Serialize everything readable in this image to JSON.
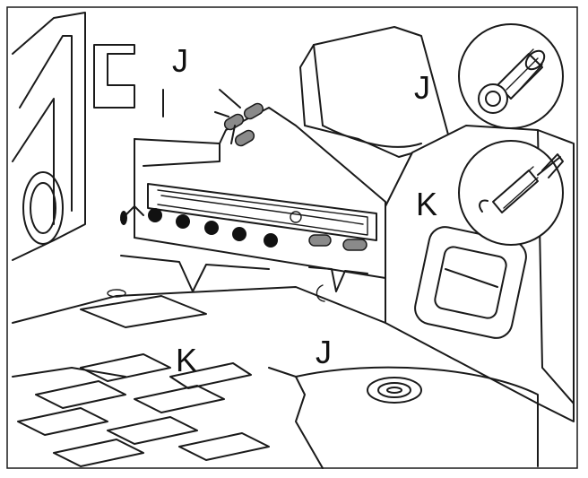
{
  "labels": {
    "j_top_left": "J",
    "j_top_right": "J",
    "k_right": "K",
    "k_bottom": "K",
    "j_bottom": "J"
  },
  "colors": {
    "line": "#1a1a1a",
    "rivet_dark": "#111111",
    "rivet_gray": "#8a8a8a",
    "background": "#ffffff"
  },
  "icons": {
    "detail_top": "blind-rivet-nut-icon",
    "detail_bottom": "rivet-tool-icon"
  }
}
